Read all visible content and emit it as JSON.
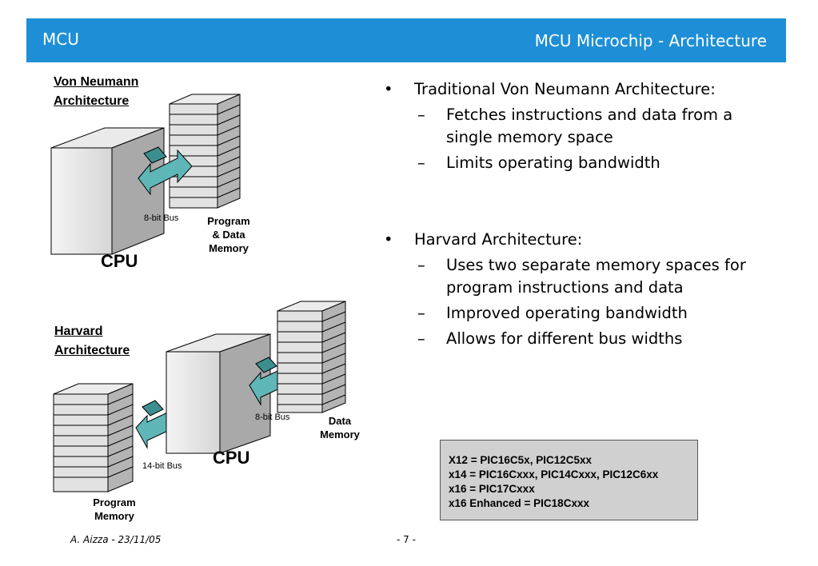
{
  "header": {
    "left_title": "MCU",
    "right_title": "MCU Microchip - Architecture",
    "bg_color": "#1e8fd6"
  },
  "von_neumann": {
    "title_line1": "Von Neumann",
    "title_line2": "Architecture",
    "bus_label": "8-bit Bus",
    "memory_line1": "Program",
    "memory_line2": "& Data",
    "memory_line3": "Memory",
    "cpu_label": "CPU"
  },
  "harvard": {
    "title_line1": "Harvard",
    "title_line2": "Architecture",
    "data_bus_label": "8-bit Bus",
    "program_bus_label": "14-bit Bus",
    "data_memory_line1": "Data",
    "data_memory_line2": "Memory",
    "program_memory_line1": "Program",
    "program_memory_line2": "Memory",
    "cpu_label": "CPU"
  },
  "bullets": [
    {
      "text": "Traditional Von Neumann Architecture:",
      "subs": [
        "Fetches instructions and data from a single memory space",
        "Limits operating bandwidth"
      ]
    },
    {
      "text": "Harvard Architecture:",
      "subs": [
        "Uses two separate memory spaces for program instructions and data",
        "Improved operating bandwidth",
        "Allows for different bus widths"
      ]
    }
  ],
  "bullet_symbol": "•",
  "dash_symbol": "–",
  "info_box": {
    "lines": [
      "X12 = PIC16C5x, PIC12C5xx",
      "x14 = PIC16Cxxx, PIC14Cxxx, PIC12C6xx",
      "x16 = PIC17Cxxx",
      "x16 Enhanced = PIC18Cxxx"
    ]
  },
  "footer": {
    "author_date": "A. Aizza - 23/11/05",
    "page": "- 7 -"
  }
}
